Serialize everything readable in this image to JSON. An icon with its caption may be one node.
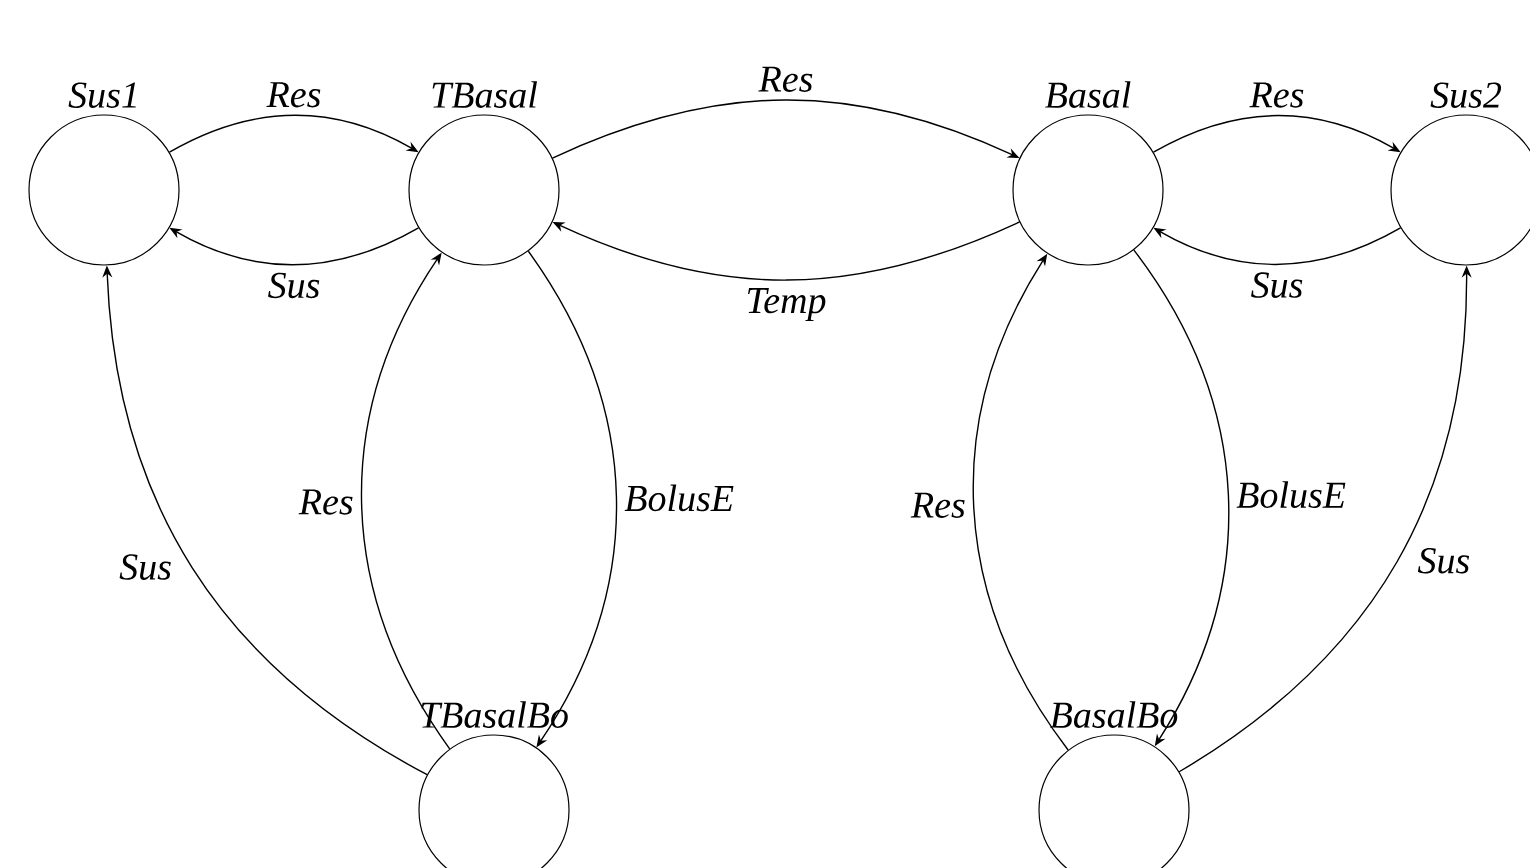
{
  "diagram": {
    "nodes": [
      {
        "text": [
          "Sus1"
        ]
      },
      {
        "text": [
          "TBasal"
        ]
      },
      {
        "text": [
          "Basal"
        ]
      },
      {
        "text": [
          "Sus2"
        ]
      },
      {
        "text": [
          "TBasalBo"
        ]
      },
      {
        "text": [
          "BasalBo"
        ]
      }
    ],
    "edges": [
      {
        "from": 0,
        "to": 1,
        "arrow": "to",
        "label": "Res"
      },
      {
        "from": 1,
        "to": 0,
        "arrow": "to",
        "label": "Sus"
      },
      {
        "from": 1,
        "to": 2,
        "arrow": "to",
        "label": "Res"
      },
      {
        "from": 2,
        "to": 1,
        "arrow": "to",
        "label": "Temp"
      },
      {
        "from": 2,
        "to": 3,
        "arrow": "to",
        "label": "Res"
      },
      {
        "from": 3,
        "to": 2,
        "arrow": "to",
        "label": "Sus"
      },
      {
        "from": 4,
        "to": 0,
        "arrow": "to",
        "label": "Sus"
      },
      {
        "from": 4,
        "to": 1,
        "arrow": "to",
        "label": "Res"
      },
      {
        "from": 1,
        "to": 4,
        "arrow": "to",
        "label": "BolusE"
      },
      {
        "from": 5,
        "to": 2,
        "arrow": "to",
        "label": "Res"
      },
      {
        "from": 2,
        "to": 5,
        "arrow": "to",
        "label": "BolusE"
      },
      {
        "from": 5,
        "to": 3,
        "arrow": "to",
        "label": "Sus"
      }
    ]
  }
}
